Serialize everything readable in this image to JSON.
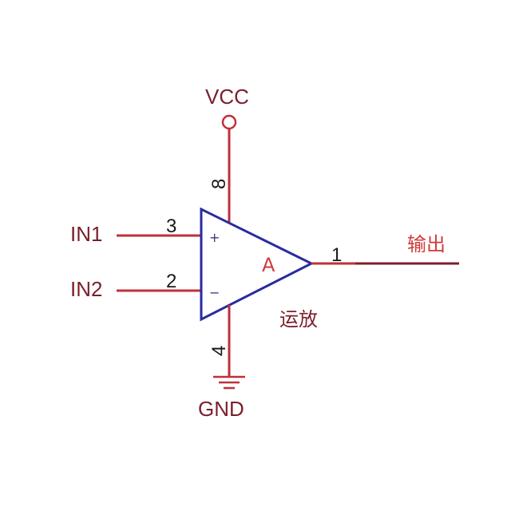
{
  "power": {
    "vcc_label": "VCC",
    "gnd_label": "GND"
  },
  "inputs": {
    "in1_label": "IN1",
    "in2_label": "IN2"
  },
  "pins": {
    "non_inverting": "3",
    "inverting": "2",
    "output": "1",
    "vcc": "8",
    "gnd": "4"
  },
  "amplifier": {
    "designator": "A",
    "name": "运放",
    "plus_sign": "+",
    "minus_sign": "−"
  },
  "output": {
    "label": "输出"
  },
  "colors": {
    "wire": "#c0303a",
    "wire_dark": "#7a1f2b",
    "body": "#2a2aa0",
    "text_dark": "#7a1f2b",
    "designator": "#d03a3a"
  }
}
